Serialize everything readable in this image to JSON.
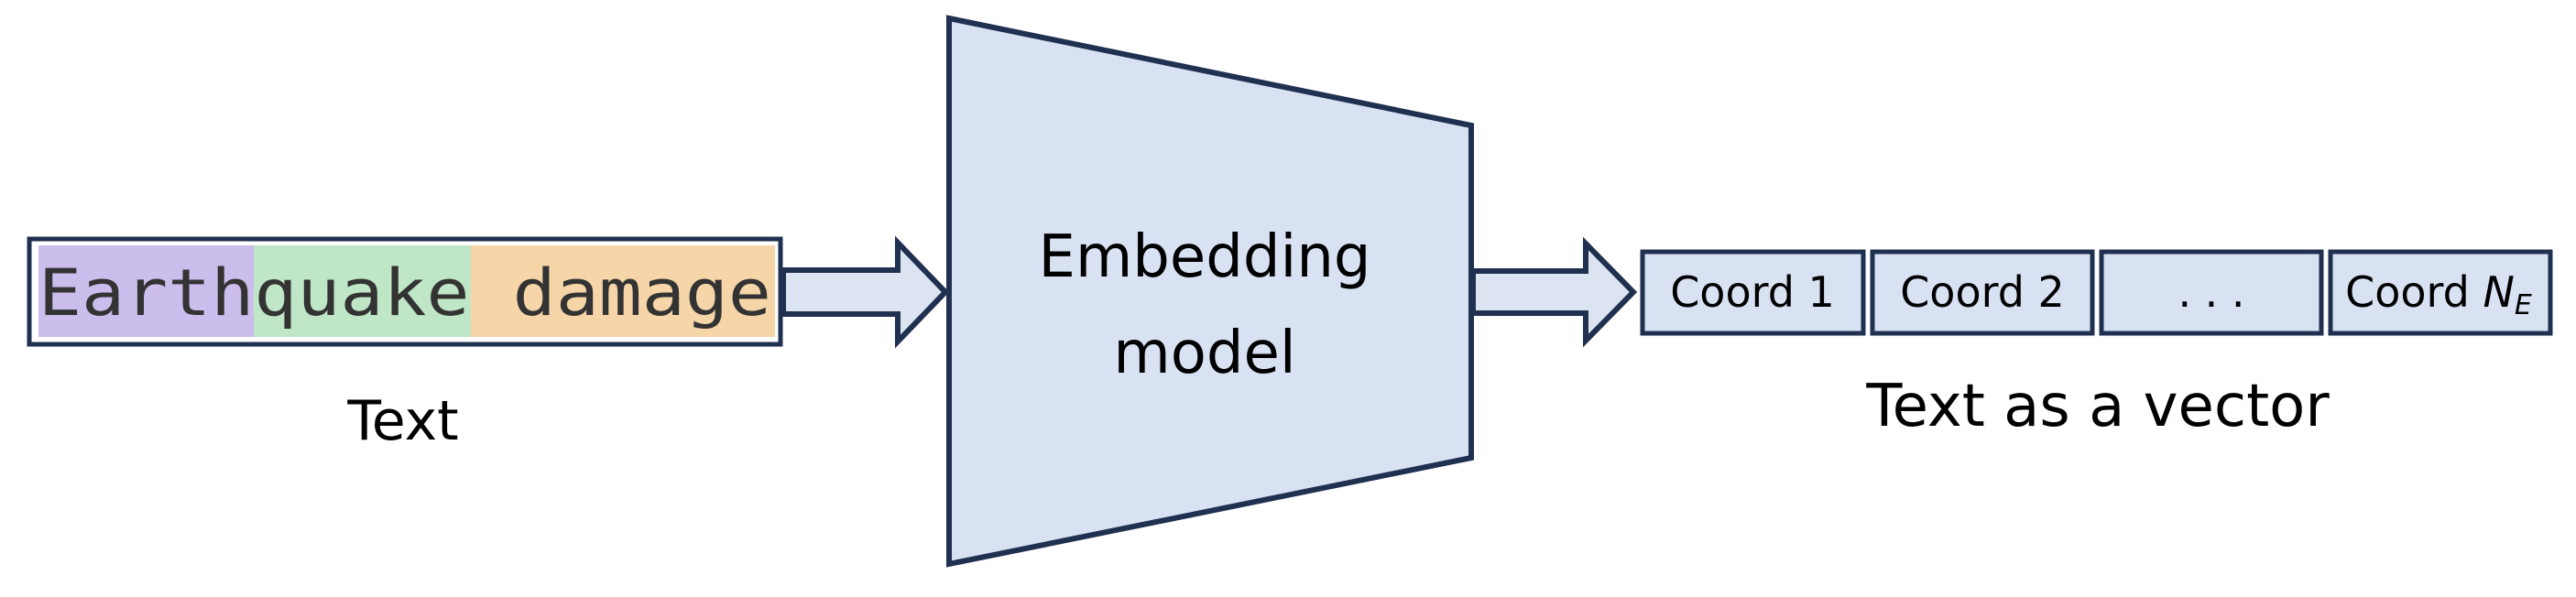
{
  "input": {
    "tokens": [
      {
        "text": "Earth",
        "color": "#cbbdec"
      },
      {
        "text": "quake",
        "color": "#bfe6c6"
      },
      {
        "text": " damage",
        "color": "#f6d6a8"
      }
    ],
    "caption": "Text"
  },
  "model": {
    "line1": "Embedding",
    "line2": "model",
    "fill": "#d9e2f3"
  },
  "output": {
    "cells": [
      {
        "label": "Coord 1"
      },
      {
        "label": "Coord 2"
      },
      {
        "label": ". . ."
      },
      {
        "label_base": "Coord ",
        "label_var": "N",
        "label_sub": "E"
      }
    ],
    "caption": "Text as a vector"
  },
  "colors": {
    "stroke": "#1f3050",
    "fill": "#d9e2f3"
  }
}
